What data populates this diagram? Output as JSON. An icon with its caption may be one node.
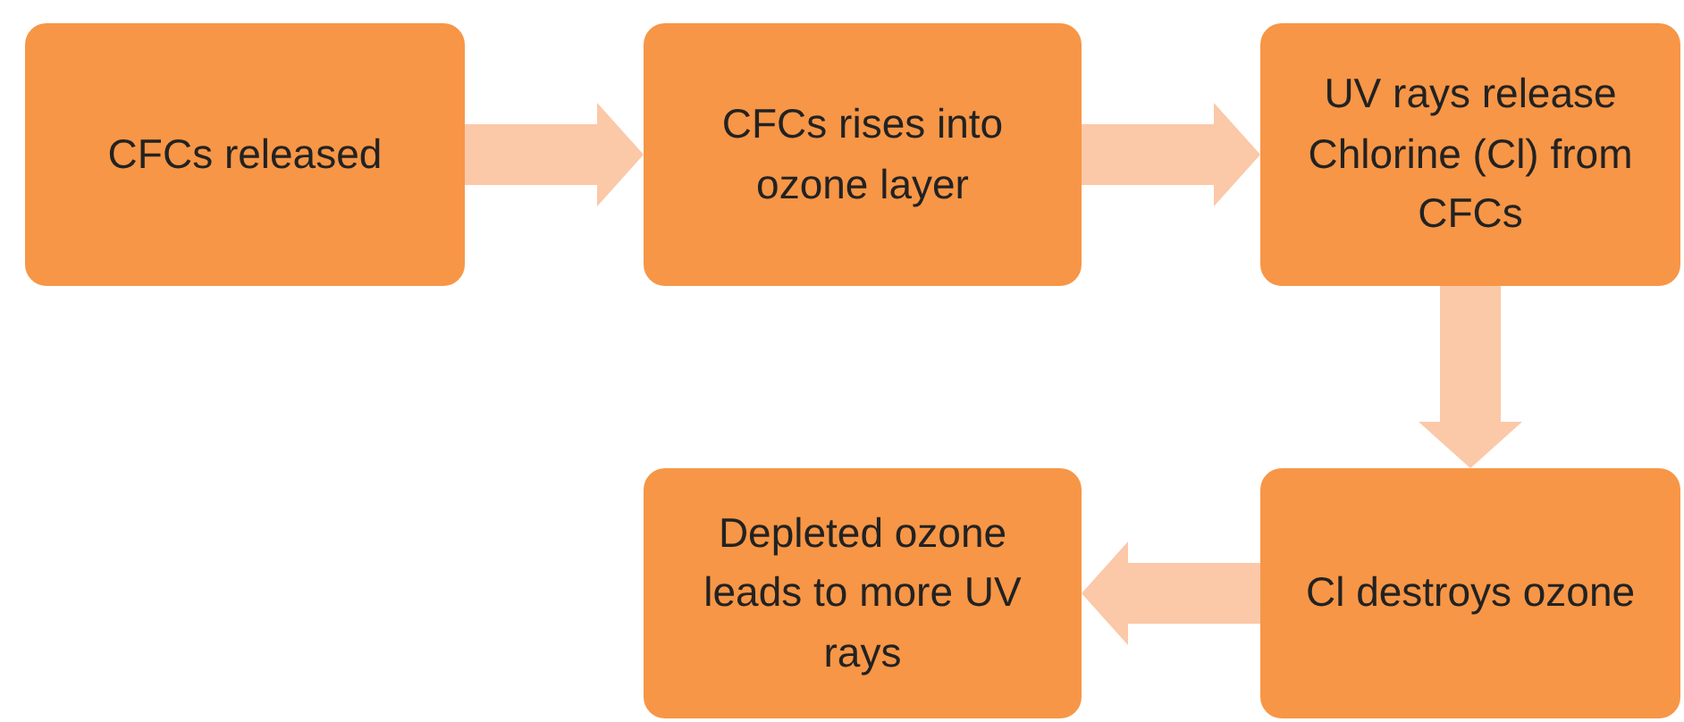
{
  "diagram": {
    "nodes": [
      {
        "text": [
          "CFCs released"
        ]
      },
      {
        "text": [
          "CFCs rises into ozone layer"
        ]
      },
      {
        "text": [
          "UV rays release Chlorine (Cl) from CFCs"
        ]
      },
      {
        "text": [
          "Depleted ozone leads to more UV rays"
        ]
      },
      {
        "text": [
          "Cl destroys ozone"
        ]
      }
    ],
    "edges": [
      {
        "from": 0,
        "to": 1,
        "arrow": "to"
      },
      {
        "from": 1,
        "to": 2,
        "arrow": "to"
      },
      {
        "from": 2,
        "to": 4,
        "arrow": "to"
      },
      {
        "from": 4,
        "to": 3,
        "arrow": "to"
      }
    ]
  }
}
